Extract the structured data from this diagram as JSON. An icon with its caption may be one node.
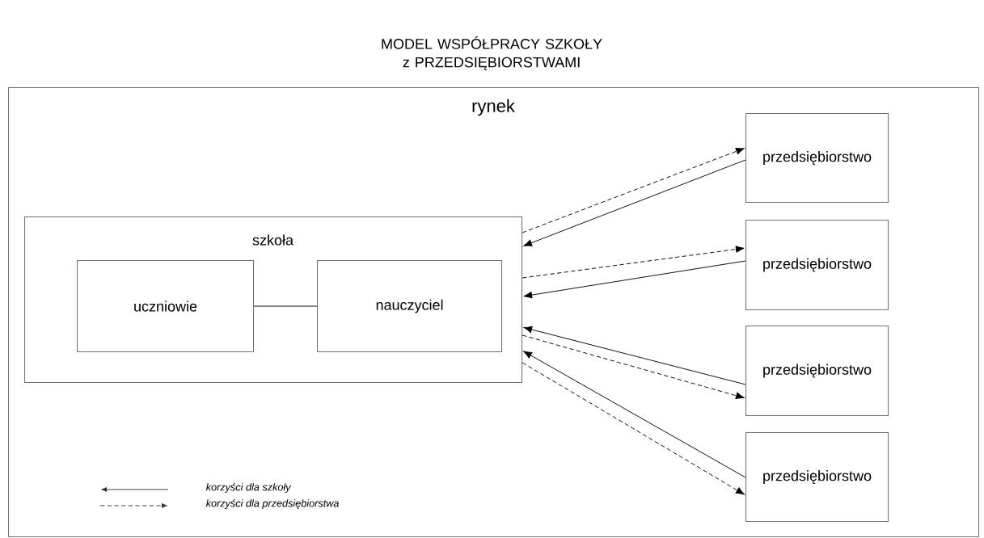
{
  "diagram": {
    "title": "MODEL WSPÓŁPRACY SZKOŁY z PRZEDSIĘBIORSTWAMI",
    "nodes": [
      {
        "text": [
          "rynek"
        ]
      },
      {
        "text": [
          "szkoła"
        ],
        "in": 0
      },
      {
        "text": [
          "uczniowie"
        ],
        "in": 1
      },
      {
        "text": [
          "nauczyciel"
        ],
        "in": 1
      },
      {
        "text": [
          "przedsiębiorstwo"
        ],
        "in": 0
      },
      {
        "text": [
          "przedsiębiorstwo"
        ],
        "in": 0
      },
      {
        "text": [
          "przedsiębiorstwo"
        ],
        "in": 0
      },
      {
        "text": [
          "przedsiębiorstwo"
        ],
        "in": 0
      }
    ],
    "edges": [
      {
        "from": 2,
        "to": 3,
        "arrow": "none"
      },
      {
        "from": 1,
        "to": 4,
        "arrow": "to",
        "style": "dashed"
      },
      {
        "from": 4,
        "to": 1,
        "arrow": "to"
      },
      {
        "from": 1,
        "to": 5,
        "arrow": "to",
        "style": "dashed"
      },
      {
        "from": 5,
        "to": 1,
        "arrow": "to"
      },
      {
        "from": 6,
        "to": 1,
        "arrow": "to"
      },
      {
        "from": 1,
        "to": 6,
        "arrow": "to",
        "style": "dashed"
      },
      {
        "from": 7,
        "to": 1,
        "arrow": "to"
      },
      {
        "from": 1,
        "to": 7,
        "arrow": "to",
        "style": "dashed"
      }
    ],
    "legend": [
      {
        "text": "korzyści dla szkoły"
      },
      {
        "text": "korzyści dla przedsiębiorstwa"
      }
    ]
  }
}
